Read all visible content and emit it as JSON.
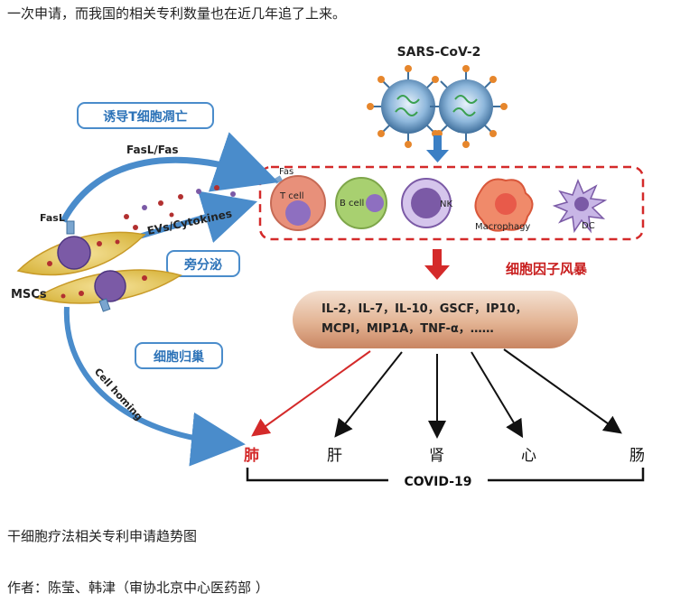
{
  "intro_text": "一次申请，而我国的相关专利数量也在近几年追了上来。",
  "diagram": {
    "virus_label": "SARS-CoV-2",
    "induce_label": "诱导T细胞凋亡",
    "fasl_fas_label": "FasL/Fas",
    "fasl_label": "FasL",
    "fas_label": "Fas",
    "evs_label": "EVs/Cytokines",
    "paracrine_label": "旁分泌",
    "mscs_label": "MSCs",
    "homing_box_label": "细胞归巢",
    "cell_homing_label": "Cell homing",
    "storm_label": "细胞因子风暴",
    "immune_cells": [
      {
        "label": "T cell",
        "color": "#e8907a"
      },
      {
        "label": "B cell",
        "color": "#a8d070"
      },
      {
        "label": "NK",
        "color": "#7b5aa6"
      },
      {
        "label": "Macrophagy",
        "color": "#e85a4a"
      },
      {
        "label": "DC",
        "color": "#a78bd0"
      }
    ],
    "cytokines_line1": "IL-2，IL-7，IL-10，GSCF，IP10，",
    "cytokines_line2": "MCPI，MIP1A，TNF-α，……",
    "organs": [
      "肺",
      "肝",
      "肾",
      "心",
      "肠"
    ],
    "covid_label": "COVID-19"
  },
  "caption": "干细胞疗法相关专利申请趋势图",
  "author": "作者：陈莹、韩津（审协北京中心医药部 ）"
}
